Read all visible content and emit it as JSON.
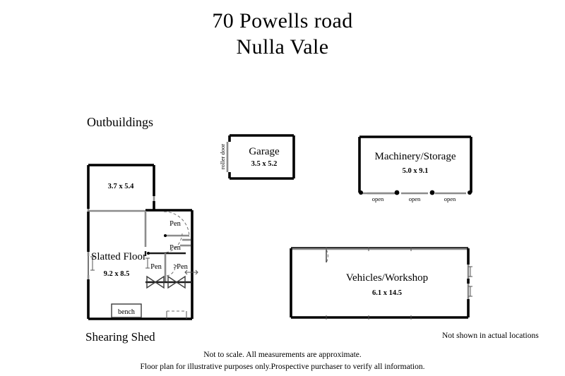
{
  "title": {
    "line1": "70 Powells road",
    "line2": "Nulla Vale"
  },
  "sections": {
    "outbuildings_heading": "Outbuildings",
    "shearing_shed_caption": "Shearing Shed",
    "not_shown_note": "Not shown in actual locations"
  },
  "footer": {
    "line1": "Not to scale. All measurements are approximate.",
    "line2": "Floor plan for illustrative purposes only.Prospective purchaser to verify all information."
  },
  "buildings": [
    {
      "id": "shearing-shed",
      "caption": "Shearing Shed",
      "rooms": [
        {
          "name": "",
          "dimensions": "3.7 x 5.4"
        },
        {
          "name": "Slatted Floor",
          "dimensions": "9.2 x 8.5"
        }
      ],
      "fixtures": [
        {
          "name": "bench",
          "label": "bench"
        },
        {
          "name": "pen",
          "label": "Pen"
        },
        {
          "name": "pen",
          "label": "Pen"
        },
        {
          "name": "pen",
          "label": "Pen"
        },
        {
          "name": "pen",
          "label": "Pen"
        }
      ]
    },
    {
      "id": "garage",
      "name": "Garage",
      "dimensions": "3.5 x 5.2",
      "openings": [
        {
          "label": "roller door"
        }
      ]
    },
    {
      "id": "machinery-storage",
      "name": "Machinery/Storage",
      "dimensions": "5.0 x 9.1",
      "openings": [
        {
          "label": "open"
        },
        {
          "label": "open"
        },
        {
          "label": "open"
        }
      ]
    },
    {
      "id": "vehicles-workshop",
      "name": "Vehicles/Workshop",
      "dimensions": "6.1 x 14.5"
    }
  ],
  "labels": {
    "room_37x54": "3.7 x 5.4",
    "slatted_floor": "Slatted Floor",
    "room_92x85": "9.2 x 8.5",
    "bench": "bench",
    "pen_1": "Pen",
    "pen_2": "Pen",
    "pen_3": "Pen",
    "pen_4": "Pen",
    "garage_name": "Garage",
    "garage_dim": "3.5 x 5.2",
    "roller_door": "roller door",
    "machinery_name": "Machinery/Storage",
    "machinery_dim": "5.0 x 9.1",
    "open_1": "open",
    "open_2": "open",
    "open_3": "open",
    "vehicles_name": "Vehicles/Workshop",
    "vehicles_dim": "6.1 x 14.5"
  },
  "colors": {
    "ink": "#000000",
    "paper": "#ffffff",
    "wall_gray": "#8c8c8c",
    "arc_gray": "#6d6d6d"
  }
}
